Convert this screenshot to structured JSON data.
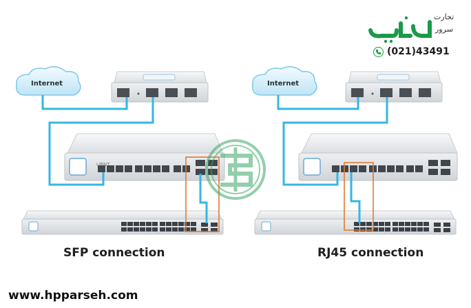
{
  "brand": {
    "logo_text": "پارسه",
    "logo_sub_top": "تجارت",
    "logo_sub_bottom": "سرور",
    "phone": "(021)43491",
    "website": "www.hpparseh.com",
    "green": "#1a9a4a"
  },
  "diagrams": [
    {
      "caption": "SFP connection",
      "cloud_label": "Internet"
    },
    {
      "caption": "RJ45 connection",
      "cloud_label": "Internet"
    }
  ],
  "colors": {
    "cable": "#34b6e4",
    "highlight_box": "#e07a32",
    "device_body": "#e9ebee"
  },
  "icons": [
    "cloud-icon",
    "gateway-device-icon",
    "switch-device-icon",
    "phone-icon",
    "watermark-logo-icon"
  ]
}
